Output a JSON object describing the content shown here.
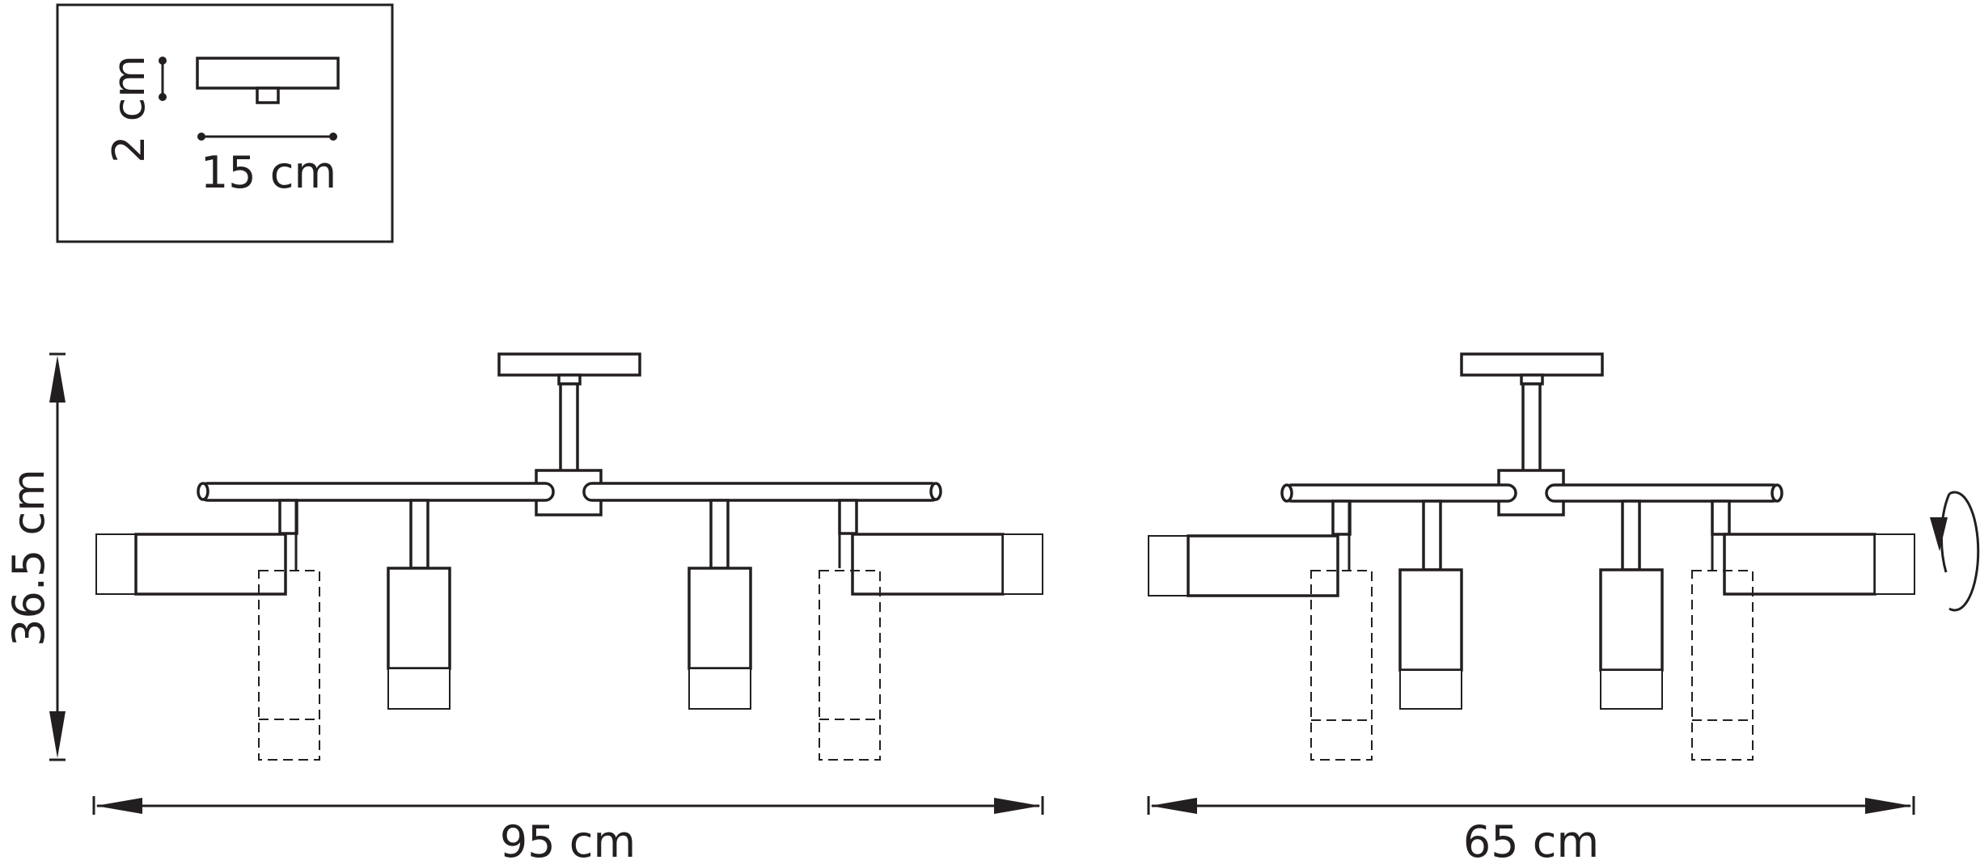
{
  "inset": {
    "height_label": "2 cm",
    "width_label": "15 cm"
  },
  "front_view": {
    "height_label": "36.5 cm",
    "width_label": "95 cm"
  },
  "side_view": {
    "width_label": "65 cm"
  },
  "colors": {
    "line": "#231f20",
    "background": "#ffffff"
  }
}
